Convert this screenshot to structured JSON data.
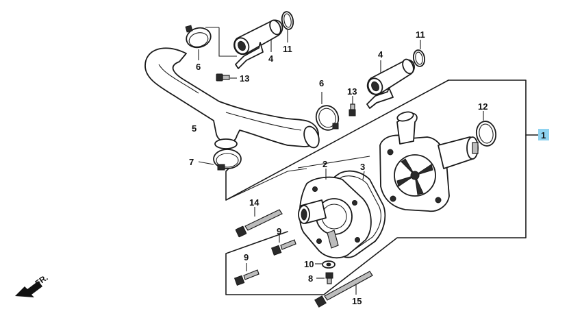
{
  "labels": {
    "p1": "1",
    "p2": "2",
    "p3": "3",
    "p4a": "4",
    "p4b": "4",
    "p5": "5",
    "p6a": "6",
    "p6b": "6",
    "p7": "7",
    "p8": "8",
    "p9a": "9",
    "p9b": "9",
    "p10": "10",
    "p11a": "11",
    "p11b": "11",
    "p12": "12",
    "p13a": "13",
    "p13b": "13",
    "p14": "14",
    "p15": "15"
  },
  "direction": "FR.",
  "colors": {
    "highlight": "#8fd3f0",
    "line": "#1a1a1a"
  }
}
